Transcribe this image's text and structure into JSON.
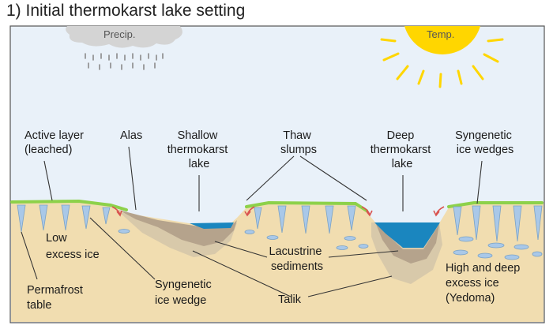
{
  "title": "1) Initial thermokarst lake setting",
  "weather": {
    "precip_label": "Precip.",
    "temp_label": "Temp."
  },
  "labels": {
    "active_layer": [
      "Active layer",
      "(leached)"
    ],
    "alas": [
      "Alas"
    ],
    "shallow_lake": [
      "Shallow",
      "thermokarst",
      "lake"
    ],
    "thaw_slumps": [
      "Thaw",
      "slumps"
    ],
    "deep_lake": [
      "Deep",
      "thermokarst",
      "lake"
    ],
    "syngenetic_top": [
      "Syngenetic",
      "ice wedges"
    ],
    "low_excess_ice": [
      "Low",
      "excess ice"
    ],
    "lacustrine": [
      "Lacustrine",
      "sediments"
    ],
    "high_deep_ice": [
      "High and deep",
      "excess ice",
      "(Yedoma)"
    ],
    "permafrost_table": [
      "Permafrost",
      "table"
    ],
    "syngenetic_bottom": [
      "Syngenetic",
      "ice wedge"
    ],
    "talik": [
      "Talik"
    ]
  },
  "colors": {
    "sky": "#e9f1f9",
    "soil": "#f1ddb0",
    "sediment": "#b5a38c",
    "talik": "#d3c6a9",
    "grass": "#8dd14a",
    "water": "#1a86bf",
    "ice": "#a9c8e8",
    "sun": "#ffd600",
    "cloud": "#d4d4d4"
  }
}
